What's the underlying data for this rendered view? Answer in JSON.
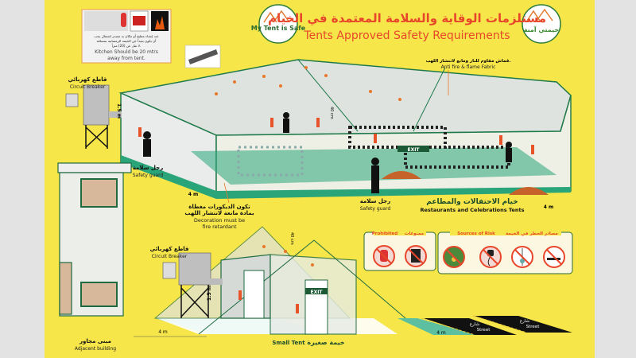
{
  "header": {
    "title_ar": "مستلزمات الوقاية والسلامة المعتمدة في الخيام",
    "title_en": "Tents Approved Safety Requirements",
    "logo_left": "My Tent is Safe",
    "logo_right": "خيمتي آمنة"
  },
  "kitchen_note": {
    "ar_line1": "عند إنشاء مطبخ أو مكان به مصدر اشتعال يجب",
    "ar_line2": "أن يكون بعيداً عن الخيمة الرمضانية بمسافة",
    "ar_line3": "لا تقل عن (20) متراً.",
    "en_line1": "Kitchen Should be 20 mtrs",
    "en_line2": "away from tent."
  },
  "large_tent": {
    "fabric_ar": "قماش مقاوم للنار ومانع لانتشار اللهب.",
    "fabric_en": "Anti fire & flame Fabric",
    "breaker_ar": "قاطع كهربائي",
    "breaker_en": "Circuit Breaker",
    "height_label": "1.5 m",
    "lamp_label": "40 cm",
    "guard_ar": "رجل سلامة",
    "guard_en": "Safety guard",
    "distance_label": "4 m",
    "decoration_ar1": "تكون الديكورات مغطاة",
    "decoration_ar2": "بمادة مانعة لانتشار اللهب",
    "decoration_en1": "Decoration must be",
    "decoration_en2": "fire retardant",
    "exit_label": "EXIT",
    "tent_ar": "خيام الاحتفالات والمطاعم",
    "tent_en": "Restaurants and Celebrations Tents",
    "side_distance": "4 m"
  },
  "small_tent": {
    "building_ar": "مبنى مجاور",
    "building_en": "Adjacent building",
    "breaker_ar": "قاطع كهربائي",
    "breaker_en": "Circuit Breaker",
    "height_label": "1.5 m",
    "lamp_label": "40 cm",
    "distance_label": "4 m",
    "exit_label": "EXIT",
    "tent_en": "Small Tent",
    "tent_ar": "خيمة صغيرة",
    "street_distance": "4 m",
    "street_ar": "شارع",
    "street_en": "Street"
  },
  "prohibited": {
    "title_en": "Prohibited",
    "title_ar": "ممنوعات",
    "icons": [
      "gas-cylinder-icon",
      "heater-icon"
    ]
  },
  "risk": {
    "title_en": "Sources of Risk",
    "title_ar": "مصادر الخطر في الخيمة",
    "icons": [
      "lamp-fabric-icon",
      "electric-plug-icon",
      "shisha-icon",
      "smoking-icon"
    ]
  },
  "colors": {
    "background": "#f6e64a",
    "title": "#e8462a",
    "tent_green": "#1f7a4a",
    "floor_green": "#2aa57a"
  }
}
